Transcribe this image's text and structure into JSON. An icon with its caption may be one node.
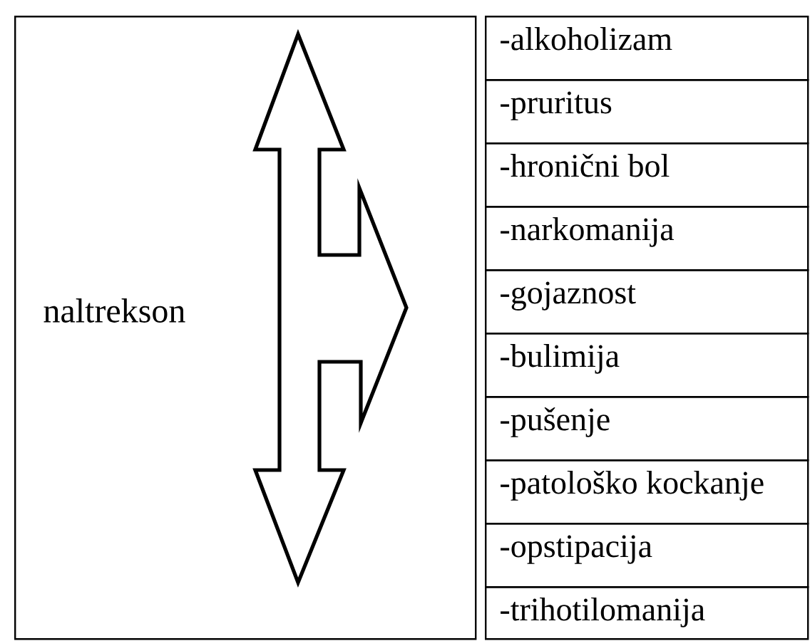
{
  "diagram": {
    "nodes": [
      {
        "text": [
          "naltrekson"
        ]
      },
      {
        "text": [
          "-alkoholizam"
        ]
      },
      {
        "text": [
          "-pruritus"
        ]
      },
      {
        "text": [
          "-hronični bol"
        ]
      },
      {
        "text": [
          "-narkomanija"
        ]
      },
      {
        "text": [
          "-gojaznost"
        ]
      },
      {
        "text": [
          "-bulimija"
        ]
      },
      {
        "text": [
          "-pušenje"
        ]
      },
      {
        "text": [
          "-patološko kockanje"
        ]
      },
      {
        "text": [
          "-opstipacija"
        ]
      },
      {
        "text": [
          "-trihotilomanija"
        ]
      }
    ]
  }
}
